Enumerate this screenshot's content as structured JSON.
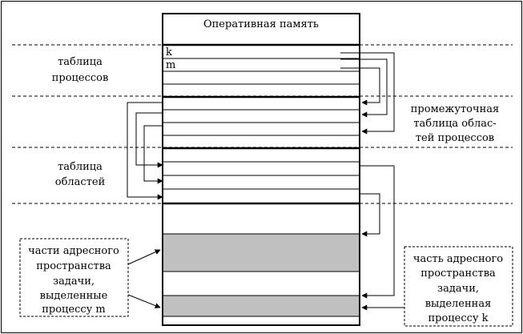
{
  "memory_title": "Оперативная память",
  "process_table": {
    "label_line1": "таблица",
    "label_line2": "процессов",
    "row_k": "k",
    "row_m": "m"
  },
  "intermediate_table": {
    "line1": "промежуточная",
    "line2": "таблица облас-",
    "line3": "тей процессов"
  },
  "region_table": {
    "label_line1": "таблица",
    "label_line2": "областей"
  },
  "left_box": {
    "line1": "части адресного",
    "line2": "пространства",
    "line3": "задачи,",
    "line4": "выделенные",
    "line5": "процессу m"
  },
  "right_box": {
    "line1": "часть адресного",
    "line2": "пространства",
    "line3": "задачи,",
    "line4": "выделенная",
    "line5": "процессу k"
  },
  "colors": {
    "line": "#000000",
    "shaded_block": "#c0c0c0",
    "background": "#ffffff"
  }
}
